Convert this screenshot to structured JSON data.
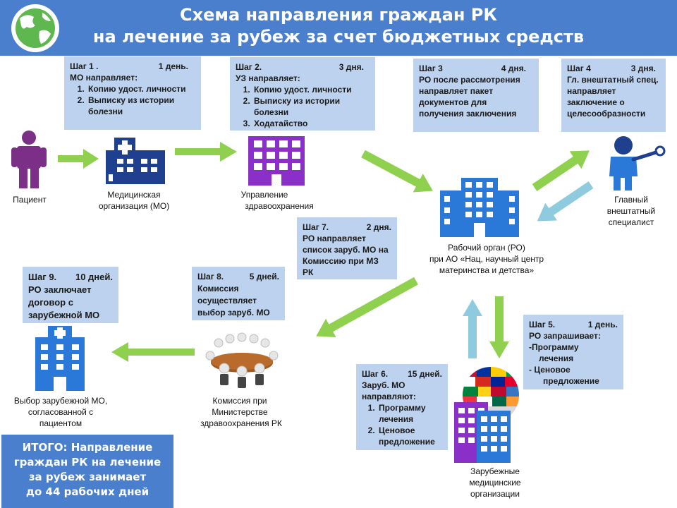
{
  "title": {
    "line1": "Схема направления граждан РК",
    "line2": "на лечение за рубеж за счет бюджетных средств"
  },
  "steps": {
    "s1": {
      "name": "Шаг 1 .",
      "dur": "1 день.",
      "text": "МО направляет:",
      "items": [
        "Копию удост. личности",
        "Выписку из истории болезни"
      ]
    },
    "s2": {
      "name": "Шаг 2.",
      "dur": "3 дня.",
      "text": "УЗ направляет:",
      "items": [
        "Копию удост. личности",
        "Выписку из истории болезни",
        "Ходатайство"
      ]
    },
    "s3": {
      "name": "Шаг 3",
      "dur": "4 дня.",
      "text": "РО после рассмотрения направляет пакет документов для получения заключения"
    },
    "s4": {
      "name": "Шаг 4",
      "dur": "3 дня.",
      "text": "Гл. внештатный спец. направляет заключение о целесообразности"
    },
    "s5": {
      "name": "Шаг 5.",
      "dur": "1 день.",
      "text": "РО запрашивает:",
      "l1": "-Программу",
      "l2": "лечения",
      "l3": "- Ценовое",
      "l4": "предложение"
    },
    "s6": {
      "name": "Шаг 6.",
      "dur": "15 дней.",
      "text": "Заруб.  МО направляют:",
      "items": [
        "Программу лечения",
        "Ценовое предложение"
      ]
    },
    "s7": {
      "name": "Шаг 7.",
      "dur": "2 дня.",
      "text": "РО направляет список заруб. МО на Комиссию  при МЗ РК"
    },
    "s8": {
      "name": "Шаг 8.",
      "dur": "5 дней.",
      "text": "Комиссия осуществляет выбор заруб. МО"
    },
    "s9": {
      "name": "Шаг 9.",
      "dur": "10 дней.",
      "text": "РО заключает договор с зарубежной МО"
    }
  },
  "labels": {
    "patient": "Пациент",
    "mo1": "Медицинская",
    "mo2": "организация (МО)",
    "uz1": "Управление",
    "uz2": "здравоохранения",
    "ro1": "Рабочий орган (РО)",
    "ro2": "при  АО «Нац, научный центр",
    "ro3": "материнства и детства»",
    "spec1": "Главный",
    "spec2": "внештатный",
    "spec3": "специалист",
    "foreign1": "Зарубежные",
    "foreign2": "медицинские",
    "foreign3": "организации",
    "comm1": "Комиссия при",
    "comm2": "Министерстве",
    "comm3": "здравоохранения РК",
    "choice1": "Выбор зарубежной МО,",
    "choice2": "согласованной с",
    "choice3": "пациентом"
  },
  "total": {
    "l1": "ИТОГО: Направление",
    "l2": "граждан РК на лечение",
    "l3": "за рубеж занимает",
    "l4": "до 44 рабочих дней"
  },
  "icons": [
    "globe-icon",
    "patient-icon",
    "hospital-icon",
    "building-icon",
    "office-building-icon",
    "doctor-icon",
    "meeting-table-icon",
    "flags-globe-icon"
  ],
  "colors": {
    "header": "#4a7fcd",
    "box": "#bcd2ee",
    "arrow_green": "#8fd14f",
    "arrow_blue": "#8ecbdf",
    "navy": "#1f3f8f",
    "purple": "#8b2fc9",
    "blue": "#2a79d8"
  }
}
